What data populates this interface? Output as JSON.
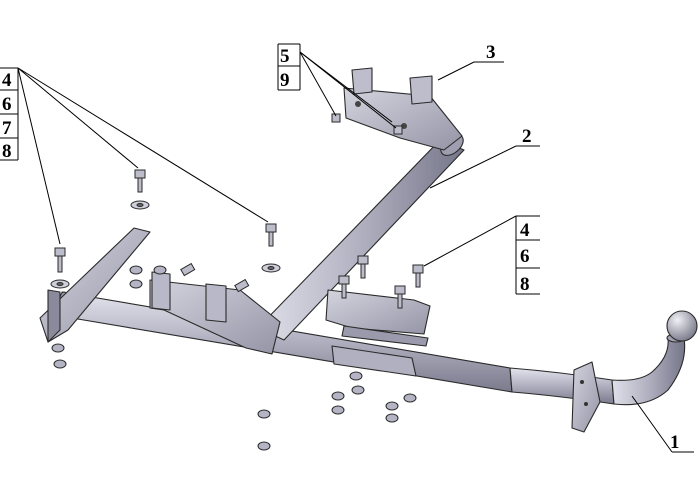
{
  "callouts": {
    "group_left": [
      "4",
      "6",
      "7",
      "8"
    ],
    "group_top": [
      "5",
      "9"
    ],
    "group_right": [
      "4",
      "6",
      "8"
    ],
    "part_bracket_top": "3",
    "part_crossbar": "2",
    "part_main_beam": "1"
  },
  "colors": {
    "metal_light": "#c9c9d6",
    "metal_mid": "#a4a4b4",
    "metal_dark": "#7c7c8e",
    "outline": "#2a2a2a"
  }
}
